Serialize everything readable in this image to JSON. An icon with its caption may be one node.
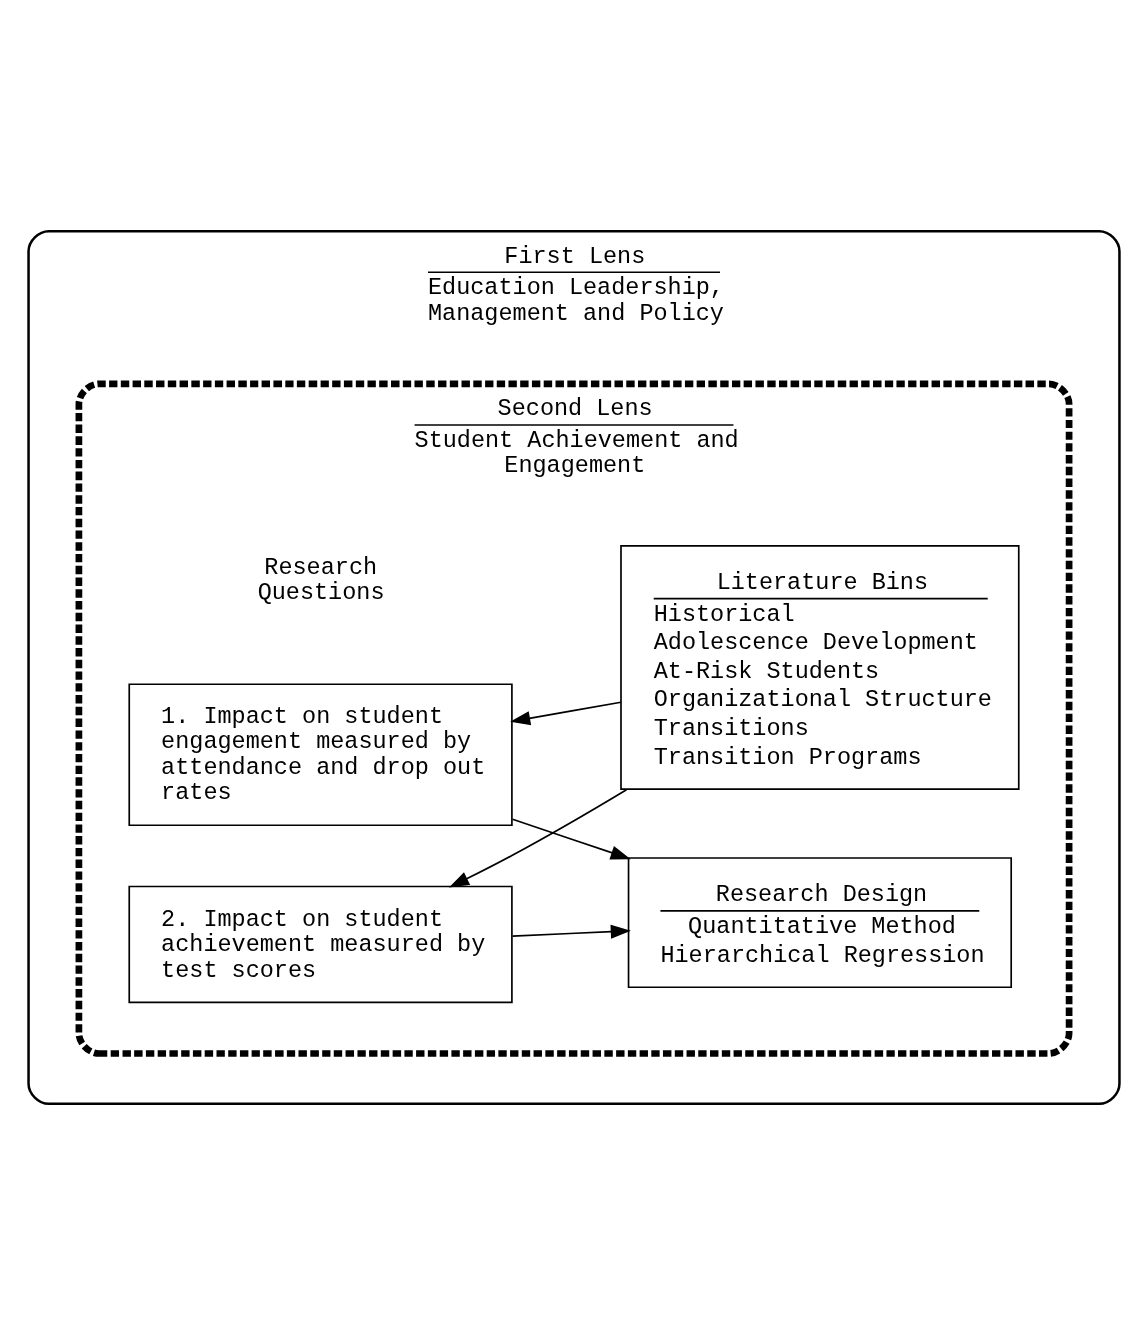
{
  "diagram": {
    "nodes": [
      {
        "text": [
          "First Lens",
          "Education Leadership, Management and Policy"
        ]
      },
      {
        "text": [
          "Second Lens",
          "Student Achievement and Engagement"
        ],
        "in": 0
      },
      {
        "text": [
          "1. Impact on student engagement measured by attendance and drop out rates"
        ],
        "in": 1
      },
      {
        "text": [
          "2. Impact on student achievement measured by test scores"
        ],
        "in": 1
      },
      {
        "text": [
          "Literature Bins",
          "Historical",
          "Adolescence Development",
          "At-Risk Students",
          "Organizational Structure",
          "Transitions",
          "Transition Programs"
        ],
        "in": 1
      },
      {
        "text": [
          "Research Design",
          "Quantitative Method",
          "Hierarchical Regression"
        ],
        "in": 1
      }
    ],
    "edges": [
      {
        "from": 4,
        "to": 2,
        "arrow": "to"
      },
      {
        "from": 4,
        "to": 3,
        "arrow": "to"
      },
      {
        "from": 2,
        "to": 5,
        "arrow": "to"
      },
      {
        "from": 3,
        "to": 5,
        "arrow": "to"
      }
    ],
    "labels": [
      "Research Questions"
    ]
  }
}
